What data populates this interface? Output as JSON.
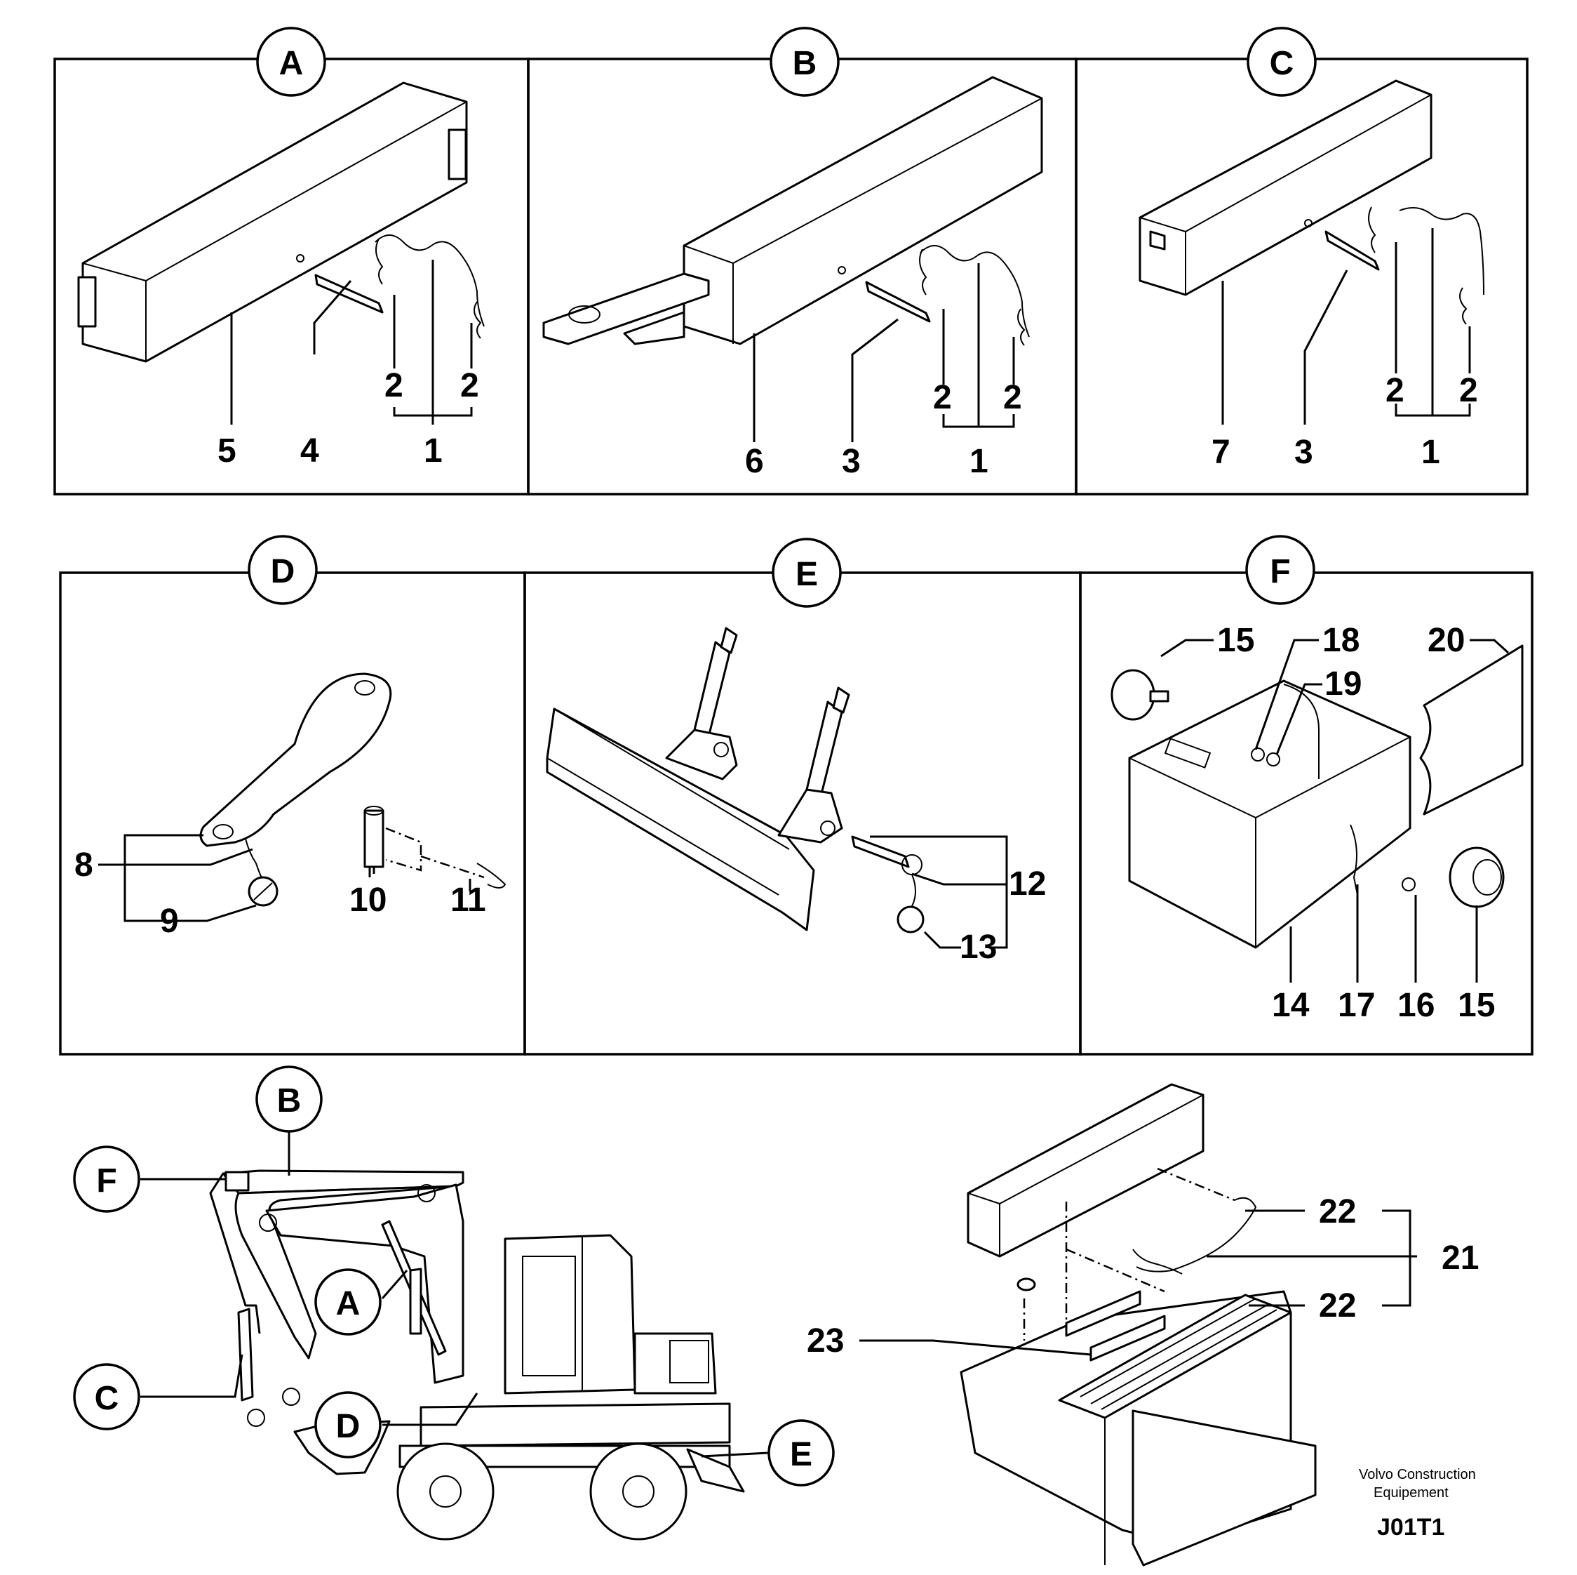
{
  "panels": [
    {
      "id": "A",
      "callouts": [
        "5",
        "4",
        "1",
        "2",
        "2"
      ]
    },
    {
      "id": "B",
      "callouts": [
        "6",
        "3",
        "1",
        "2",
        "2"
      ]
    },
    {
      "id": "C",
      "callouts": [
        "7",
        "3",
        "1",
        "2",
        "2"
      ]
    },
    {
      "id": "D",
      "callouts": [
        "8",
        "9",
        "10",
        "11"
      ]
    },
    {
      "id": "E",
      "callouts": [
        "12",
        "13"
      ]
    },
    {
      "id": "F",
      "callouts": [
        "15",
        "18",
        "19",
        "20",
        "14",
        "17",
        "16",
        "15"
      ]
    }
  ],
  "overview_labels": [
    "B",
    "F",
    "A",
    "C",
    "D",
    "E"
  ],
  "bottom_right_callouts": [
    "22",
    "21",
    "22",
    "23"
  ],
  "footer": {
    "company_line1": "Volvo Construction",
    "company_line2": "Equipement",
    "drawing_id": "J01T1"
  }
}
